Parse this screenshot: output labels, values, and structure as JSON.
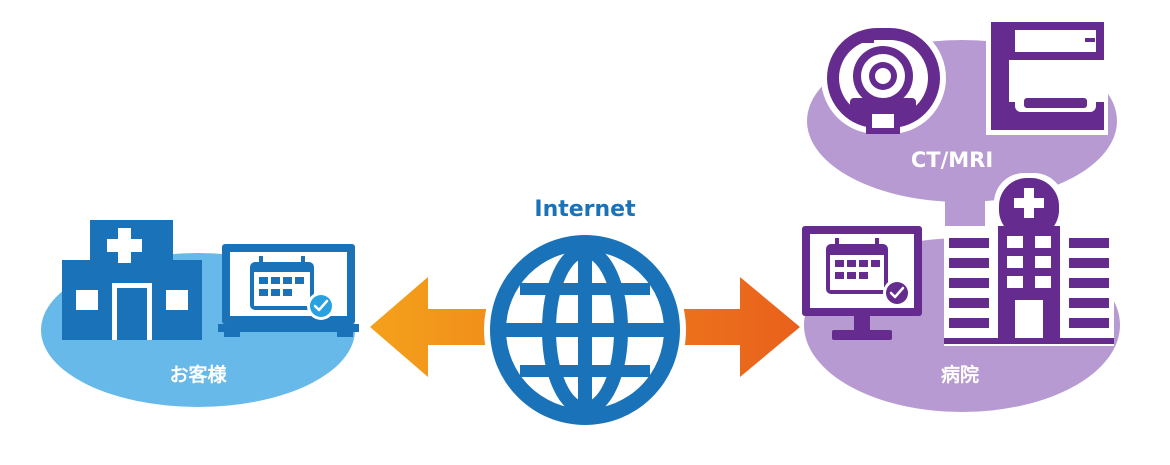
{
  "labels": {
    "internet": "Internet",
    "customer": "お客様",
    "hospital": "病院",
    "ct_mri": "CT/MRI"
  },
  "colors": {
    "customer_blue": "#66b9e8",
    "dark_blue": "#1a73b8",
    "hospital_purple": "#b89ad2",
    "dark_purple": "#652b8f",
    "arrow_left": "#f4a11b",
    "arrow_right": "#e9601c",
    "check_blue": "#29a0e0"
  },
  "icons": {
    "customer_side": [
      "clinic-building-icon",
      "calendar-monitor-icon"
    ],
    "center": [
      "globe-icon",
      "bidirectional-arrow-icon"
    ],
    "hospital_side": [
      "ct-scanner-icon",
      "mri-scanner-icon",
      "calendar-monitor-icon",
      "hospital-building-icon"
    ]
  }
}
